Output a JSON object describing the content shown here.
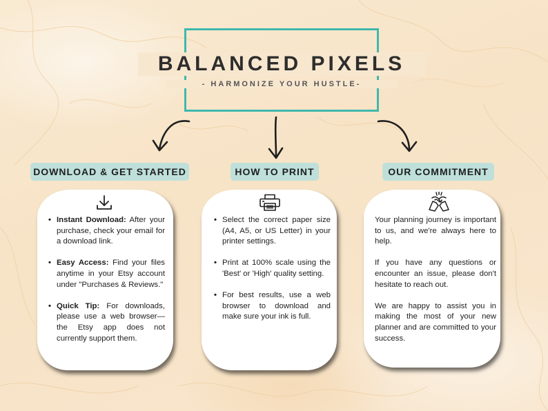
{
  "header": {
    "brand": "BALANCED PIXELS",
    "tagline": "- HARMONIZE YOUR HUSTLE-",
    "accent_color": "#3fb8ad"
  },
  "sections": [
    {
      "title": "DOWNLOAD & GET STARTED",
      "icon": "download-icon",
      "items": [
        {
          "lead": "Instant Download:",
          "text": " After your purchase, check your email for a download link."
        },
        {
          "lead": "Easy Access:",
          "text": " Find your files anytime in your Etsy account under \"Purchases & Reviews.\""
        },
        {
          "lead": "Quick Tip:",
          "text": " For downloads, please use a web browser—the Etsy app does not currently support them."
        }
      ]
    },
    {
      "title": "HOW TO PRINT",
      "icon": "printer-icon",
      "items": [
        {
          "text": "Select the correct paper size (A4, A5, or US Letter) in your printer settings."
        },
        {
          "text": "Print at 100% scale using the 'Best' or 'High' quality setting."
        },
        {
          "text": "For best results, use a web browser to download and make sure your ink is full."
        }
      ]
    },
    {
      "title": "OUR COMMITMENT",
      "icon": "handshake-icon",
      "paragraphs": [
        "Your planning journey is important to us, and we're always here to help.",
        "If you have any questions or encounter an issue, please don't hesitate to reach out.",
        "We are happy to assist you in making the most of your new planner and are committed to your success."
      ]
    }
  ],
  "colors": {
    "pill_background": "#bfe0da",
    "card_background": "#ffffff",
    "text": "#1e1e1e"
  }
}
